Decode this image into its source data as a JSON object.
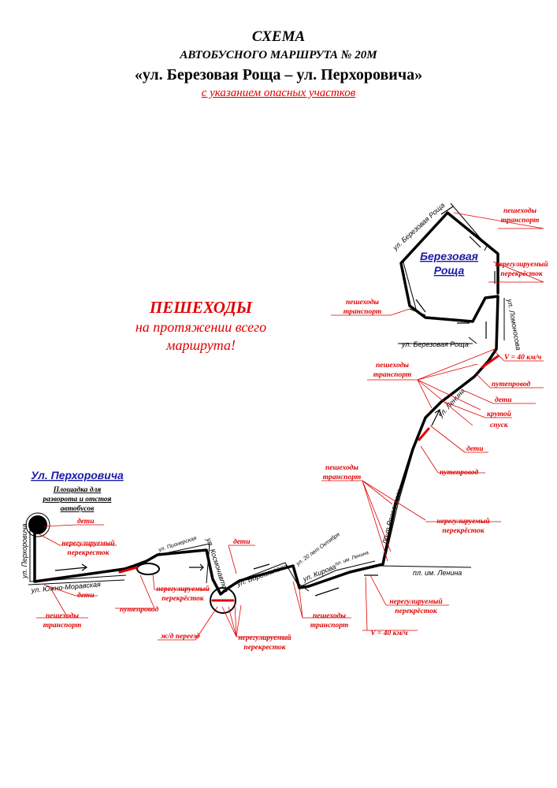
{
  "header": {
    "line1": "СХЕМА",
    "line2": "АВТОБУСНОГО МАРШРУТА № 20М",
    "line3": "«ул. Березовая Роща – ул. Перхоровича»",
    "line4": "с указанием опасных участков"
  },
  "notice": {
    "line1": "ПЕШЕХОДЫ",
    "line2": "на протяжении всего",
    "line3": "маршрута!"
  },
  "terminals": {
    "west": {
      "name": "Ул. Перхоровича",
      "note1": "Площадка для",
      "note2": "разворота и отстоя",
      "note3": "автобусов"
    },
    "east": {
      "name1": "Березовая",
      "name2": "Роща"
    }
  },
  "streets": {
    "s1": "ул. Березовая Роща",
    "s2": "ул. Березовая Роща",
    "s3": "ул. Ломоносова",
    "s4": "ул. Ленина",
    "s5": "пр-т Революции",
    "s6": "пл. им. Ленина",
    "s7": "ул. Кирова",
    "s8": "пл. им. Ленина",
    "s9": "ул. 20 лет Октября",
    "s10": "ул. Ворошилова",
    "s11": "ул. Космонавтов",
    "s12": "ул. Пионерская",
    "s13": "ул. Южно-Моравская",
    "s14": "ул. Перхоровича"
  },
  "hazards": {
    "h1a": "пешеходы",
    "h1b": "транспорт",
    "h2a": "нерегулируемый",
    "h2b": "перекрёсток",
    "h3a": "пешеходы",
    "h3b": "транспорт",
    "h4a": "пешеходы",
    "h4b": "транспорт",
    "h5": "V = 40 км/ч",
    "h6": "путепровод",
    "h7": "дети",
    "h8a": "крутой",
    "h8b": "спуск",
    "h9": "дети",
    "h10": "путепровод",
    "h11a": "пешеходы",
    "h11b": "транспорт",
    "h12a": "нерегулируемый",
    "h12b": "перекрёсток",
    "h13a": "нерегулируемый",
    "h13b": "перекрёсток",
    "h14": "V = 40 км/ч",
    "h15a": "пешеходы",
    "h15b": "транспорт",
    "h16": "дети",
    "h17a": "нерегулируемый",
    "h17b": "перекрёсток",
    "h18": "ж/д переезд",
    "h19a": "нерегулируемый",
    "h19b": "перекресток",
    "h20": "путепровод",
    "h21": "дети",
    "h22a": "нерегулируемый",
    "h22b": "перекресток",
    "h23": "дети",
    "h24a": "пешеходы",
    "h24b": "транспорт"
  },
  "colors": {
    "route": "#000000",
    "hazard": "#e00000",
    "terminal": "#1a1aa8"
  }
}
